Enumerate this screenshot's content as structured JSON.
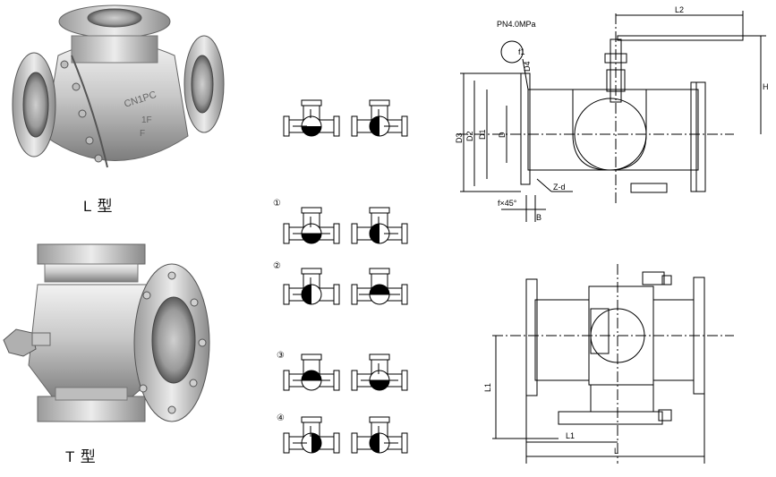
{
  "captions": {
    "l_type": "L 型",
    "t_type": "T 型"
  },
  "body_marking": {
    "brand": "CN1PC",
    "line1": "1F",
    "line2": "F"
  },
  "flow_groups": {
    "g1": "①",
    "g2": "②",
    "g3": "③",
    "g4": "④"
  },
  "drawing_top": {
    "pressure": "PN4.0MPa",
    "f1": "f1",
    "d4": "D4",
    "l2": "L2",
    "h": "H",
    "d3": "D3",
    "d2": "D2",
    "d1": "D1",
    "d": "D",
    "z_d": "Z-d",
    "chamfer": "f×45°",
    "b": "B"
  },
  "drawing_bottom": {
    "l1_vertical": "L1",
    "l1_horizontal": "L1",
    "l": "L"
  },
  "colors": {
    "line": "#000000",
    "steel_light": "#d8d8d8",
    "steel_dark": "#8a8a8a"
  }
}
